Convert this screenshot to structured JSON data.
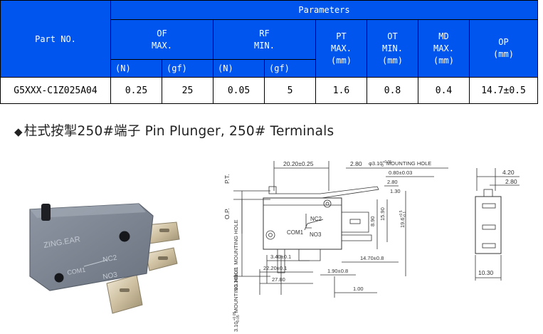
{
  "table": {
    "part_no_header": "Part NO.",
    "parameters_header": "Parameters",
    "columns": {
      "of": [
        "OF",
        "MAX."
      ],
      "rf": [
        "RF",
        "MIN."
      ],
      "pt": [
        "PT",
        "MAX.",
        "(mm)"
      ],
      "ot": [
        "OT",
        "MIN.",
        "(mm)"
      ],
      "md": [
        "MD",
        "MAX.",
        "(mm)"
      ],
      "op": [
        "OP",
        "(mm)"
      ]
    },
    "units": {
      "of_n": "(N)",
      "of_gf": "(gf)",
      "rf_n": "(N)",
      "rf_gf": "(gf)"
    },
    "row": {
      "part_no": "G5XXX-C1Z025A04",
      "of_n": "0.25",
      "of_gf": "25",
      "rf_n": "0.05",
      "rf_gf": "5",
      "pt": "1.6",
      "ot": "0.8",
      "md": "0.4",
      "op": "14.7±0.5"
    },
    "colors": {
      "header_bg": "#0055ee",
      "header_text": "#ffffff"
    }
  },
  "section": {
    "bullet": "◆",
    "heading": "柱式按掣250#端子 Pin Plunger, 250# Terminals"
  },
  "photo": {
    "body_color": "#7d8593",
    "brand": "ZING.EAR",
    "nc_label": "NC2",
    "com_label": "COM1",
    "no_label": "NO3"
  },
  "drawing": {
    "pt_label": "P.T.",
    "op_label": "O.P.",
    "dim_20_20": "20.20±0.25",
    "dim_2_80_top": "2.80",
    "dim_hole": "φ3.10",
    "hole_tol_upper": "+0.05",
    "hole_tol_lower": "0",
    "hole_note": "MOUNTING HOLE",
    "dim_0_80": "0.80±0.03",
    "dim_2_80_mid": "2.80",
    "dim_1_30": "1.30",
    "dim_15_90": "15.90",
    "dim_8_90": "8.90",
    "dim_19_6": "19.6",
    "dim_19_6_tol_upper": "+0.5",
    "dim_19_6_tol_lower": "-0.1",
    "nc2": "NC2",
    "com1": "COM1",
    "no3": "NO3",
    "dim_10_30_left": "10.30±0.1",
    "dim_10_30_note": "MOUNTING HOLE",
    "dim_3_40": "3.40±0.1",
    "dim_22_20": "22.20±0.1",
    "dim_27_80": "27.80",
    "dim_1_90": "1.90±0.8",
    "dim_14_70": "14.70±0.8",
    "dim_1_00": "1.00",
    "dim_3_10_bottom": "3.10",
    "dim_3_10_tol_upper": "+0.05",
    "dim_3_10_tol_lower": "-0.05",
    "dim_3_10_note": "MOUNTING HOLE",
    "end_4_20": "4.20",
    "end_2_80": "2.80",
    "end_10_30": "10.30"
  }
}
